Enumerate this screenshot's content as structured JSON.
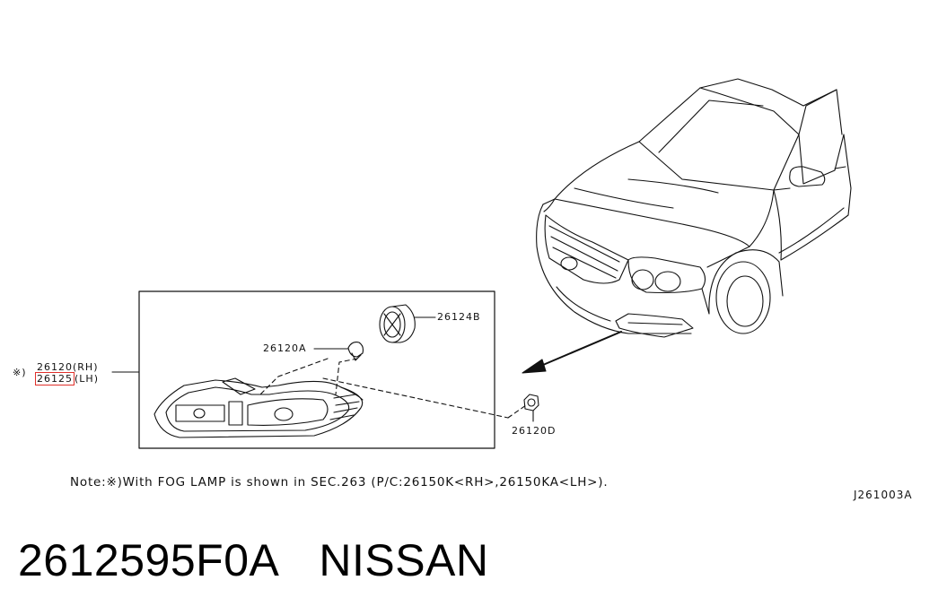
{
  "callouts": {
    "asterisk_symbol": "※)",
    "rh_part": "26120",
    "rh_side": "(RH)",
    "lh_part": "26125",
    "lh_side": "(LH)",
    "bulb": "26120A",
    "socket": "26124B",
    "nut": "26120D"
  },
  "note": "Note:※)With FOG LAMP is shown in SEC.263 (P/C:26150K<RH>,26150KA<LH>).",
  "diagram_id": "J261003A",
  "caption": {
    "part_number": "2612595F0A",
    "brand": "NISSAN"
  },
  "colors": {
    "line": "#111111",
    "highlight_box": "#e0312b"
  },
  "icons": {
    "asterisk": "reference-mark-icon"
  }
}
